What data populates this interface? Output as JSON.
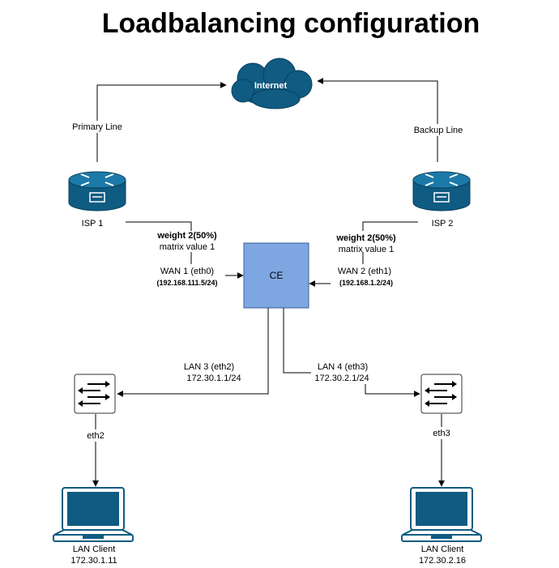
{
  "title": "Loadbalancing configuration",
  "colors": {
    "device_blue": "#0f5b82",
    "ce_fill": "#7ea6e0",
    "ce_stroke": "#3a5f9e",
    "line": "#000000"
  },
  "nodes": {
    "internet": {
      "label": "Internet",
      "icon": "cloud-icon"
    },
    "isp1": {
      "label": "ISP 1",
      "icon": "router-icon"
    },
    "isp2": {
      "label": "ISP 2",
      "icon": "router-icon"
    },
    "ce": {
      "label": "CE"
    },
    "switch_left": {
      "icon": "switch-icon"
    },
    "switch_right": {
      "icon": "switch-icon"
    },
    "client1": {
      "name": "LAN Client",
      "ip": "172.30.1.11",
      "icon": "laptop-icon"
    },
    "client2": {
      "name": "LAN Client",
      "ip": "172.30.2.16",
      "icon": "laptop-icon"
    }
  },
  "links": {
    "primary": "Primary Line",
    "backup": "Backup Line",
    "wan1": {
      "weight": "weight 2(50%)",
      "matrix": "matrix value 1",
      "iface": "WAN 1 (eth0)",
      "ip": "(192.168.111.5/24)"
    },
    "wan2": {
      "weight": "weight 2(50%)",
      "matrix": "matrix value 1",
      "iface": "WAN  2 (eth1)",
      "ip": "(192.168.1.2/24)"
    },
    "lan3": {
      "iface": "LAN 3 (eth2)",
      "ip": "172.30.1.1/24"
    },
    "lan4": {
      "iface": "LAN 4 (eth3)",
      "ip": "172.30.2.1/24"
    },
    "eth2": "eth2",
    "eth3": "eth3"
  }
}
